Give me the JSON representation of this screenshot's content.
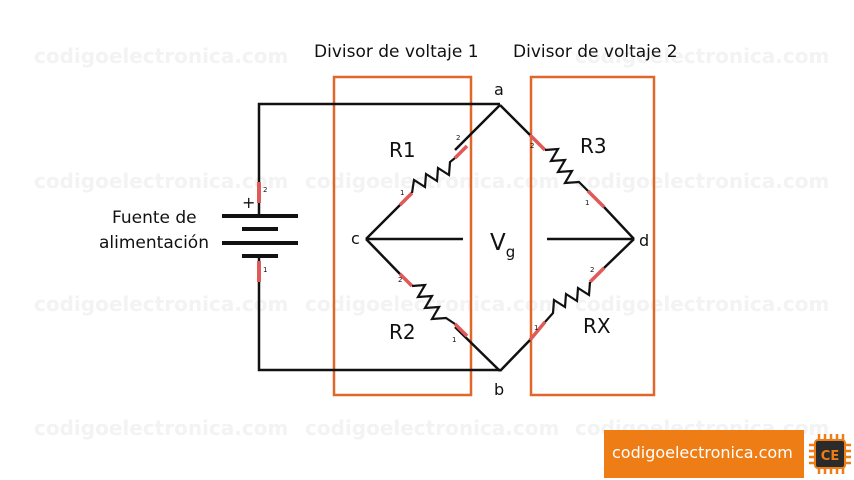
{
  "watermark": "codigoelectronica.com",
  "divider_labels": {
    "left": "Divisor de voltaje 1",
    "right": "Divisor de voltaje 2"
  },
  "nodes": {
    "a": "a",
    "b": "b",
    "c": "c",
    "d": "d"
  },
  "resistors": {
    "r1": "R1",
    "r2": "R2",
    "r3": "R3",
    "rx": "RX"
  },
  "vg": {
    "main": "V",
    "sub": "g"
  },
  "source": {
    "line1": "Fuente de",
    "line2": "alimentación",
    "plus": "+"
  },
  "pins": {
    "one": "1",
    "two": "2"
  },
  "brand": {
    "text": "codigoelectronica.com",
    "logo": "CE"
  },
  "colors": {
    "box": "#e0672a",
    "pin": "#e05a5a",
    "brand": "#ef7d16"
  }
}
